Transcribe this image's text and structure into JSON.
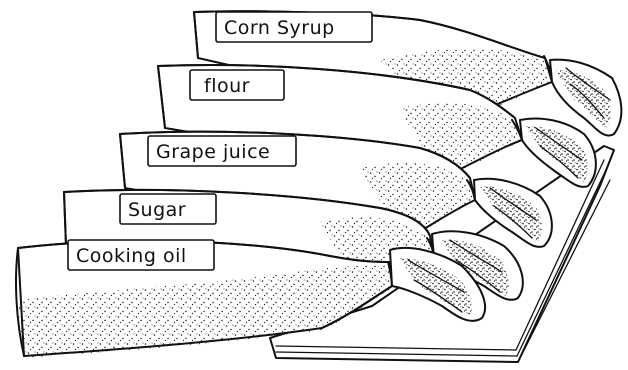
{
  "labels": {
    "corn_syrup": "Corn Syrup",
    "flour": "flour",
    "grape_juice": "Grape juice",
    "sugar": "Sugar",
    "cooking_oil": "Cooking oil"
  },
  "colors": {
    "ink": "#111111",
    "paper": "#ffffff"
  }
}
